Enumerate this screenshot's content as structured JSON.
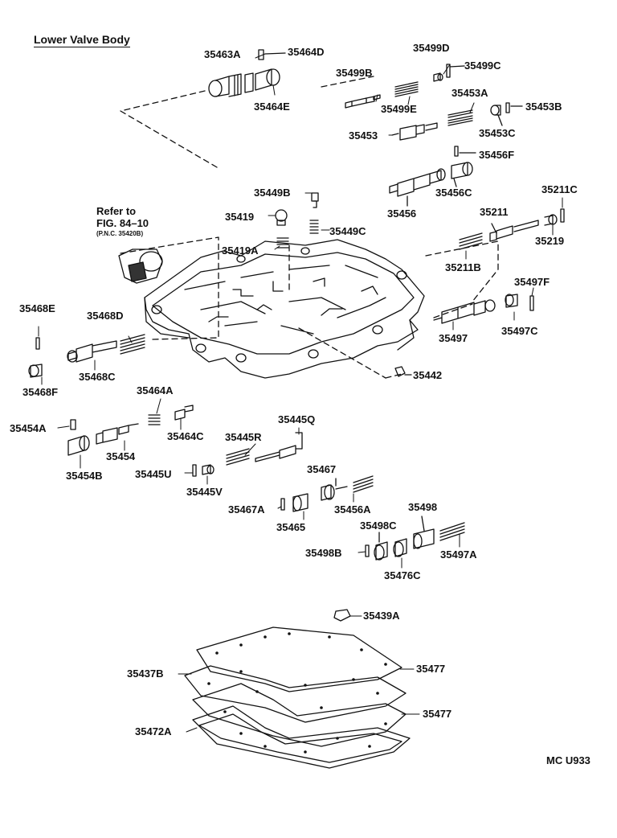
{
  "diagram": {
    "title": "Lower Valve Body",
    "code": "MC U933",
    "refer": {
      "line1": "Refer to",
      "line2": "FIG. 84–10",
      "line3": "(P.N.C. 35420B)"
    },
    "parts": {
      "p35463A": "35463A",
      "p35464D": "35464D",
      "p35464E": "35464E",
      "p35499D": "35499D",
      "p35499C": "35499C",
      "p35499B": "35499B",
      "p35499E": "35499E",
      "p35453A": "35453A",
      "p35453B": "35453B",
      "p35453": "35453",
      "p35453C": "35453C",
      "p35456F": "35456F",
      "p35449B": "35449B",
      "p35456C": "35456C",
      "p35456": "35456",
      "p35211C": "35211C",
      "p35419": "35419",
      "p35211": "35211",
      "p35449C": "35449C",
      "p35219": "35219",
      "p35419A": "35419A",
      "p35211B": "35211B",
      "p35497F": "35497F",
      "p35468E": "35468E",
      "p35468D": "35468D",
      "p35497": "35497",
      "p35497C": "35497C",
      "p35468C": "35468C",
      "p35442": "35442",
      "p35468F": "35468F",
      "p35464A": "35464A",
      "p35445Q": "35445Q",
      "p35454A": "35454A",
      "p35464C": "35464C",
      "p35445R": "35445R",
      "p35454": "35454",
      "p35445U": "35445U",
      "p35454B": "35454B",
      "p35445V": "35445V",
      "p35467": "35467",
      "p35467A": "35467A",
      "p35456A": "35456A",
      "p35465": "35465",
      "p35498": "35498",
      "p35498C": "35498C",
      "p35498B": "35498B",
      "p35497A": "35497A",
      "p35476C": "35476C",
      "p35439A": "35439A",
      "p35437B": "35437B",
      "p35477a": "35477",
      "p35477b": "35477",
      "p35472A": "35472A"
    }
  }
}
